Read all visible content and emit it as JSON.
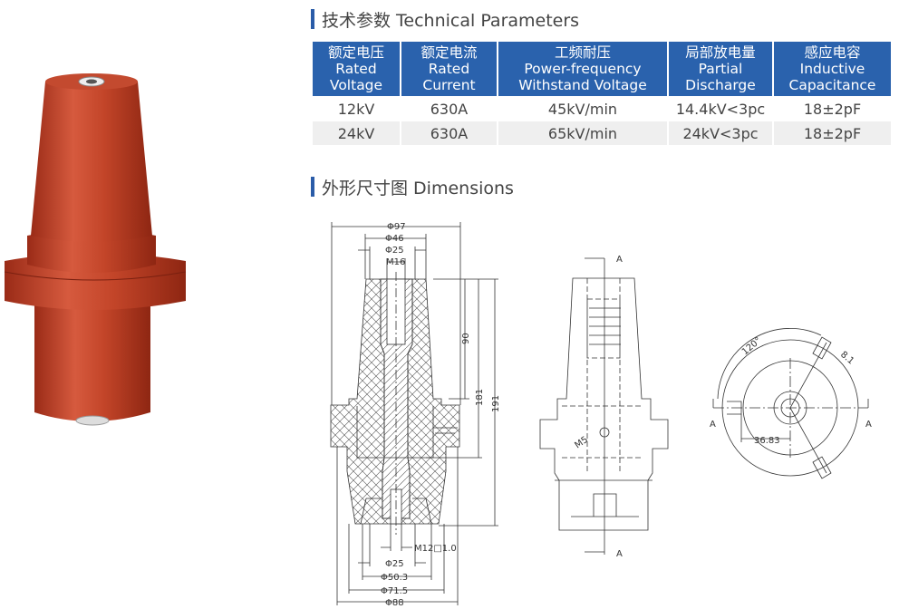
{
  "technical_section": {
    "title": "技术参数 Technical Parameters"
  },
  "table": {
    "headers": [
      [
        "额定电压",
        "Rated",
        "Voltage"
      ],
      [
        "额定电流",
        "Rated",
        "Current"
      ],
      [
        "工频耐压",
        "Power-frequency",
        "Withstand Voltage"
      ],
      [
        "局部放电量",
        "Partial",
        "Discharge"
      ],
      [
        "感应电容",
        "Inductive",
        "Capacitance"
      ]
    ],
    "rows": [
      [
        "12kV",
        "630A",
        "45kV/min",
        "14.4kV<3pc",
        "18±2pF"
      ],
      [
        "24kV",
        "630A",
        "65kV/min",
        "24kV<3pc",
        "18±2pF"
      ]
    ]
  },
  "dimensions_section": {
    "title": "外形尺寸图 Dimensions"
  },
  "drawing": {
    "top_dims": [
      "Φ97",
      "Φ46",
      "Φ25",
      "M16"
    ],
    "side_dims": [
      "90",
      "181",
      "191"
    ],
    "bottom_dims": [
      "M12□1.0",
      "Φ25",
      "Φ50.3",
      "Φ71.5",
      "Φ88"
    ],
    "section_label": "A",
    "m5_label": "M5",
    "angle_label": "120°",
    "slot_label": "8.1",
    "radius_label": "36.83"
  },
  "colors": {
    "accent": "#2a62ad",
    "product": "#c0432a"
  }
}
